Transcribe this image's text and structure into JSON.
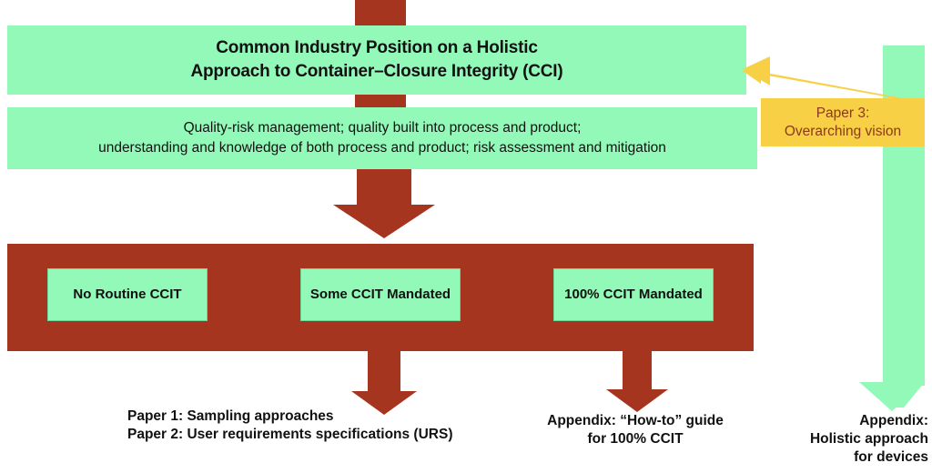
{
  "diagram": {
    "title_band": {
      "line1": "Common Industry Position on a Holistic",
      "line2": "Approach to Container–Closure Integrity (CCI)"
    },
    "principles_band": {
      "line1": "Quality-risk management; quality built into process and product;",
      "line2": "understanding and knowledge of both process and product; risk assessment and mitigation"
    },
    "category_boxes": [
      {
        "label": "No Routine\nCCIT"
      },
      {
        "label": "Some CCIT\nMandated"
      },
      {
        "label": "100% CCIT\nMandated"
      }
    ],
    "callout": {
      "label": "Paper 3:\nOverarching vision"
    },
    "captions": {
      "papers": "Paper 1: Sampling approaches\nPaper 2: User requirements specifications (URS)",
      "howto": "Appendix: “How-to” guide\nfor 100% CCIT",
      "devices": "Appendix:\nHolistic approach\nfor devices"
    },
    "colors": {
      "green": "#93F9B9",
      "red": "#A63520",
      "yellow": "#F7D045",
      "callout_text": "#8C3A18",
      "text": "#111111",
      "background": "#FFFFFF"
    }
  }
}
